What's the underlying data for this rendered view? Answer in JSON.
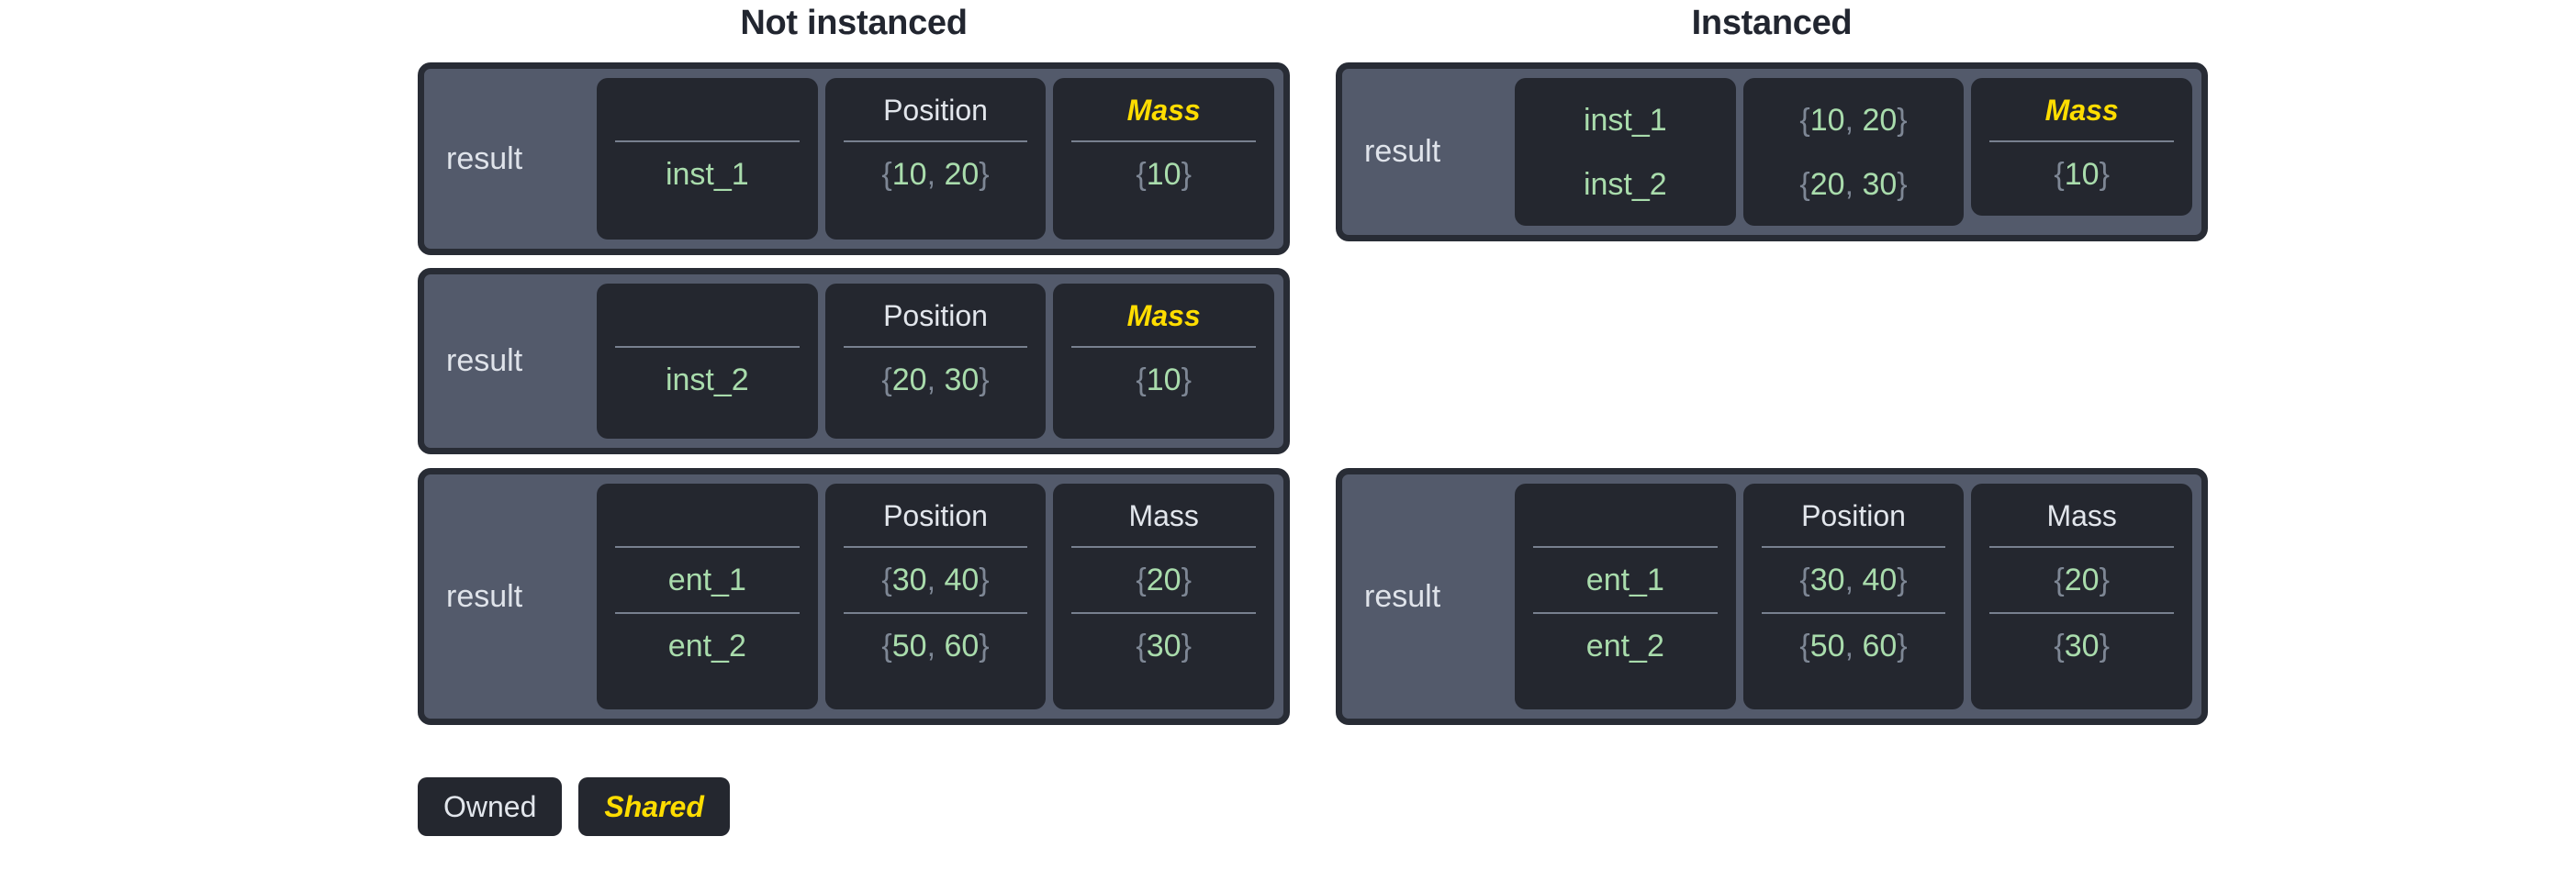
{
  "panels": [
    {
      "title": "Not instanced",
      "cards": [
        {
          "label": "result",
          "columns": [
            {
              "header": "",
              "shared": false,
              "blank": true,
              "cells": [
                "inst_1"
              ]
            },
            {
              "header": "Position",
              "shared": false,
              "blank": false,
              "cells": [
                "{10, 20}"
              ]
            },
            {
              "header": "Mass",
              "shared": true,
              "blank": false,
              "cells": [
                "{10}"
              ]
            }
          ]
        },
        {
          "label": "result",
          "columns": [
            {
              "header": "",
              "shared": false,
              "blank": true,
              "cells": [
                "inst_2"
              ]
            },
            {
              "header": "Position",
              "shared": false,
              "blank": false,
              "cells": [
                "{20, 30}"
              ]
            },
            {
              "header": "Mass",
              "shared": true,
              "blank": false,
              "cells": [
                "{10}"
              ]
            }
          ]
        },
        {
          "label": "result",
          "columns": [
            {
              "header": "",
              "shared": false,
              "blank": true,
              "cells": [
                "ent_1",
                "ent_2"
              ]
            },
            {
              "header": "Position",
              "shared": false,
              "blank": false,
              "cells": [
                "{30, 40}",
                "{50, 60}"
              ]
            },
            {
              "header": "Mass",
              "shared": false,
              "blank": false,
              "cells": [
                "{20}",
                "{30}"
              ]
            }
          ]
        }
      ]
    },
    {
      "title": "Instanced",
      "cards": [
        {
          "label": "result",
          "columns": [
            {
              "header": "",
              "shared": false,
              "blank": true,
              "cells": [
                "inst_1",
                "inst_2"
              ]
            },
            {
              "header": "Position",
              "shared": false,
              "blank": false,
              "cells": [
                "{10, 20}",
                "{20, 30}"
              ]
            },
            {
              "header": "Mass",
              "shared": true,
              "blank": false,
              "shrink": true,
              "cells": [
                "{10}"
              ]
            }
          ]
        },
        {
          "label": "result",
          "columns": [
            {
              "header": "",
              "shared": false,
              "blank": true,
              "cells": [
                "ent_1",
                "ent_2"
              ]
            },
            {
              "header": "Position",
              "shared": false,
              "blank": false,
              "cells": [
                "{30, 40}",
                "{50, 60}"
              ]
            },
            {
              "header": "Mass",
              "shared": false,
              "blank": false,
              "cells": [
                "{20}",
                "{30}"
              ]
            }
          ]
        }
      ]
    }
  ],
  "legend": [
    {
      "label": "Owned",
      "shared": false
    },
    {
      "label": "Shared",
      "shared": true
    }
  ],
  "colors": {
    "card_fill": "#535a6b",
    "card_border": "#282c35",
    "column_fill": "#24272f",
    "value_green": "#a9dcac",
    "brace_gray": "#7e8795",
    "shared_yellow": "#ffdd00",
    "owned_white": "#e2e6ec",
    "title_dark": "#222630",
    "separator": "#78808f",
    "page_background": "#ffffff"
  }
}
